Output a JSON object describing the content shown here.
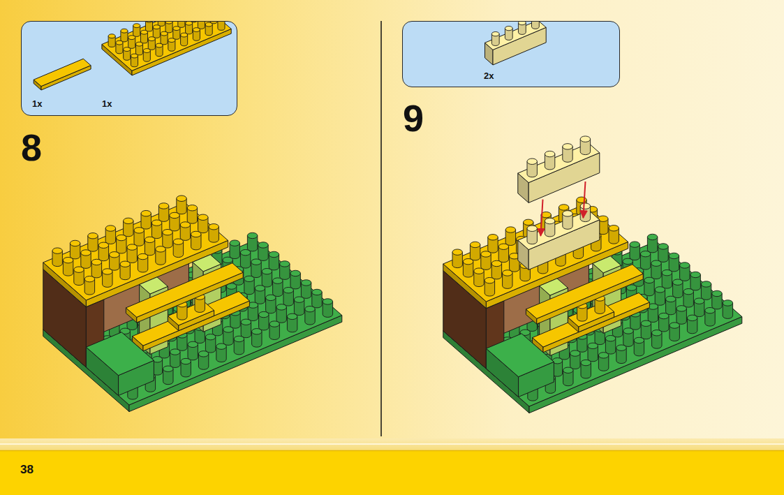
{
  "diagram": {
    "nodes": [
      {
        "text": [
          "1x",
          "1x"
        ]
      },
      {
        "text": [
          "2x"
        ]
      }
    ],
    "labels": [
      "8",
      "9",
      "38"
    ]
  }
}
